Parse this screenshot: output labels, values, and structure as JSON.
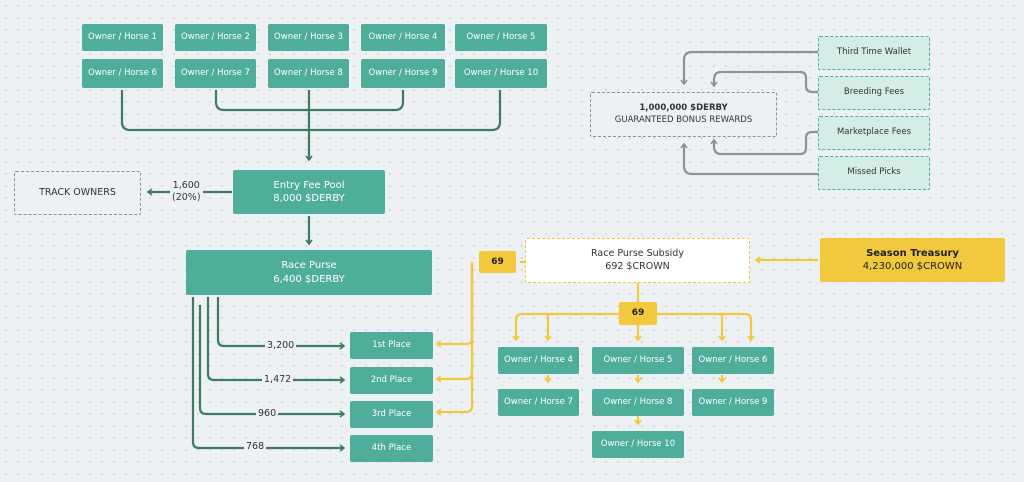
{
  "owners_top": [
    "Owner / Horse 1",
    "Owner / Horse 2",
    "Owner / Horse 3",
    "Owner / Horse 4",
    "Owner / Horse 5",
    "Owner / Horse 6",
    "Owner / Horse 7",
    "Owner / Horse 8",
    "Owner / Horse 9",
    "Owner / Horse 10"
  ],
  "entry_fee_pool": {
    "title": "Entry Fee Pool",
    "amount": "8,000 $DERBY"
  },
  "track_owners": {
    "label": "TRACK OWNERS",
    "amount": "1,600",
    "percent": "(20%)"
  },
  "race_purse": {
    "title": "Race Purse",
    "amount": "6,400 $DERBY"
  },
  "places": [
    {
      "label": "1st Place",
      "amount": "3,200"
    },
    {
      "label": "2nd Place",
      "amount": "1,472"
    },
    {
      "label": "3rd Place",
      "amount": "960"
    },
    {
      "label": "4th Place",
      "amount": "768"
    }
  ],
  "bonus": {
    "amount": "1,000,000 $DERBY",
    "label": "GUARANTEED BONUS REWARDS",
    "sources": [
      "Third Time Wallet",
      "Breeding Fees",
      "Marketplace Fees",
      "Missed Picks"
    ]
  },
  "subsidy": {
    "title": "Race Purse Subsidy",
    "amount": "692 $CROWN",
    "share_left": "69",
    "share_down": "69",
    "owners": [
      "Owner / Horse 4",
      "Owner / Horse 5",
      "Owner / Horse 6",
      "Owner / Horse 7",
      "Owner / Horse 8",
      "Owner / Horse 9",
      "Owner / Horse 10"
    ]
  },
  "treasury": {
    "title": "Season Treasury",
    "amount": "4,230,000 $CROWN"
  },
  "colors": {
    "teal": "#4ead9b",
    "dark_green_line": "#3f7a63",
    "yellow": "#f2c93d",
    "grey_line": "#8c9397"
  }
}
